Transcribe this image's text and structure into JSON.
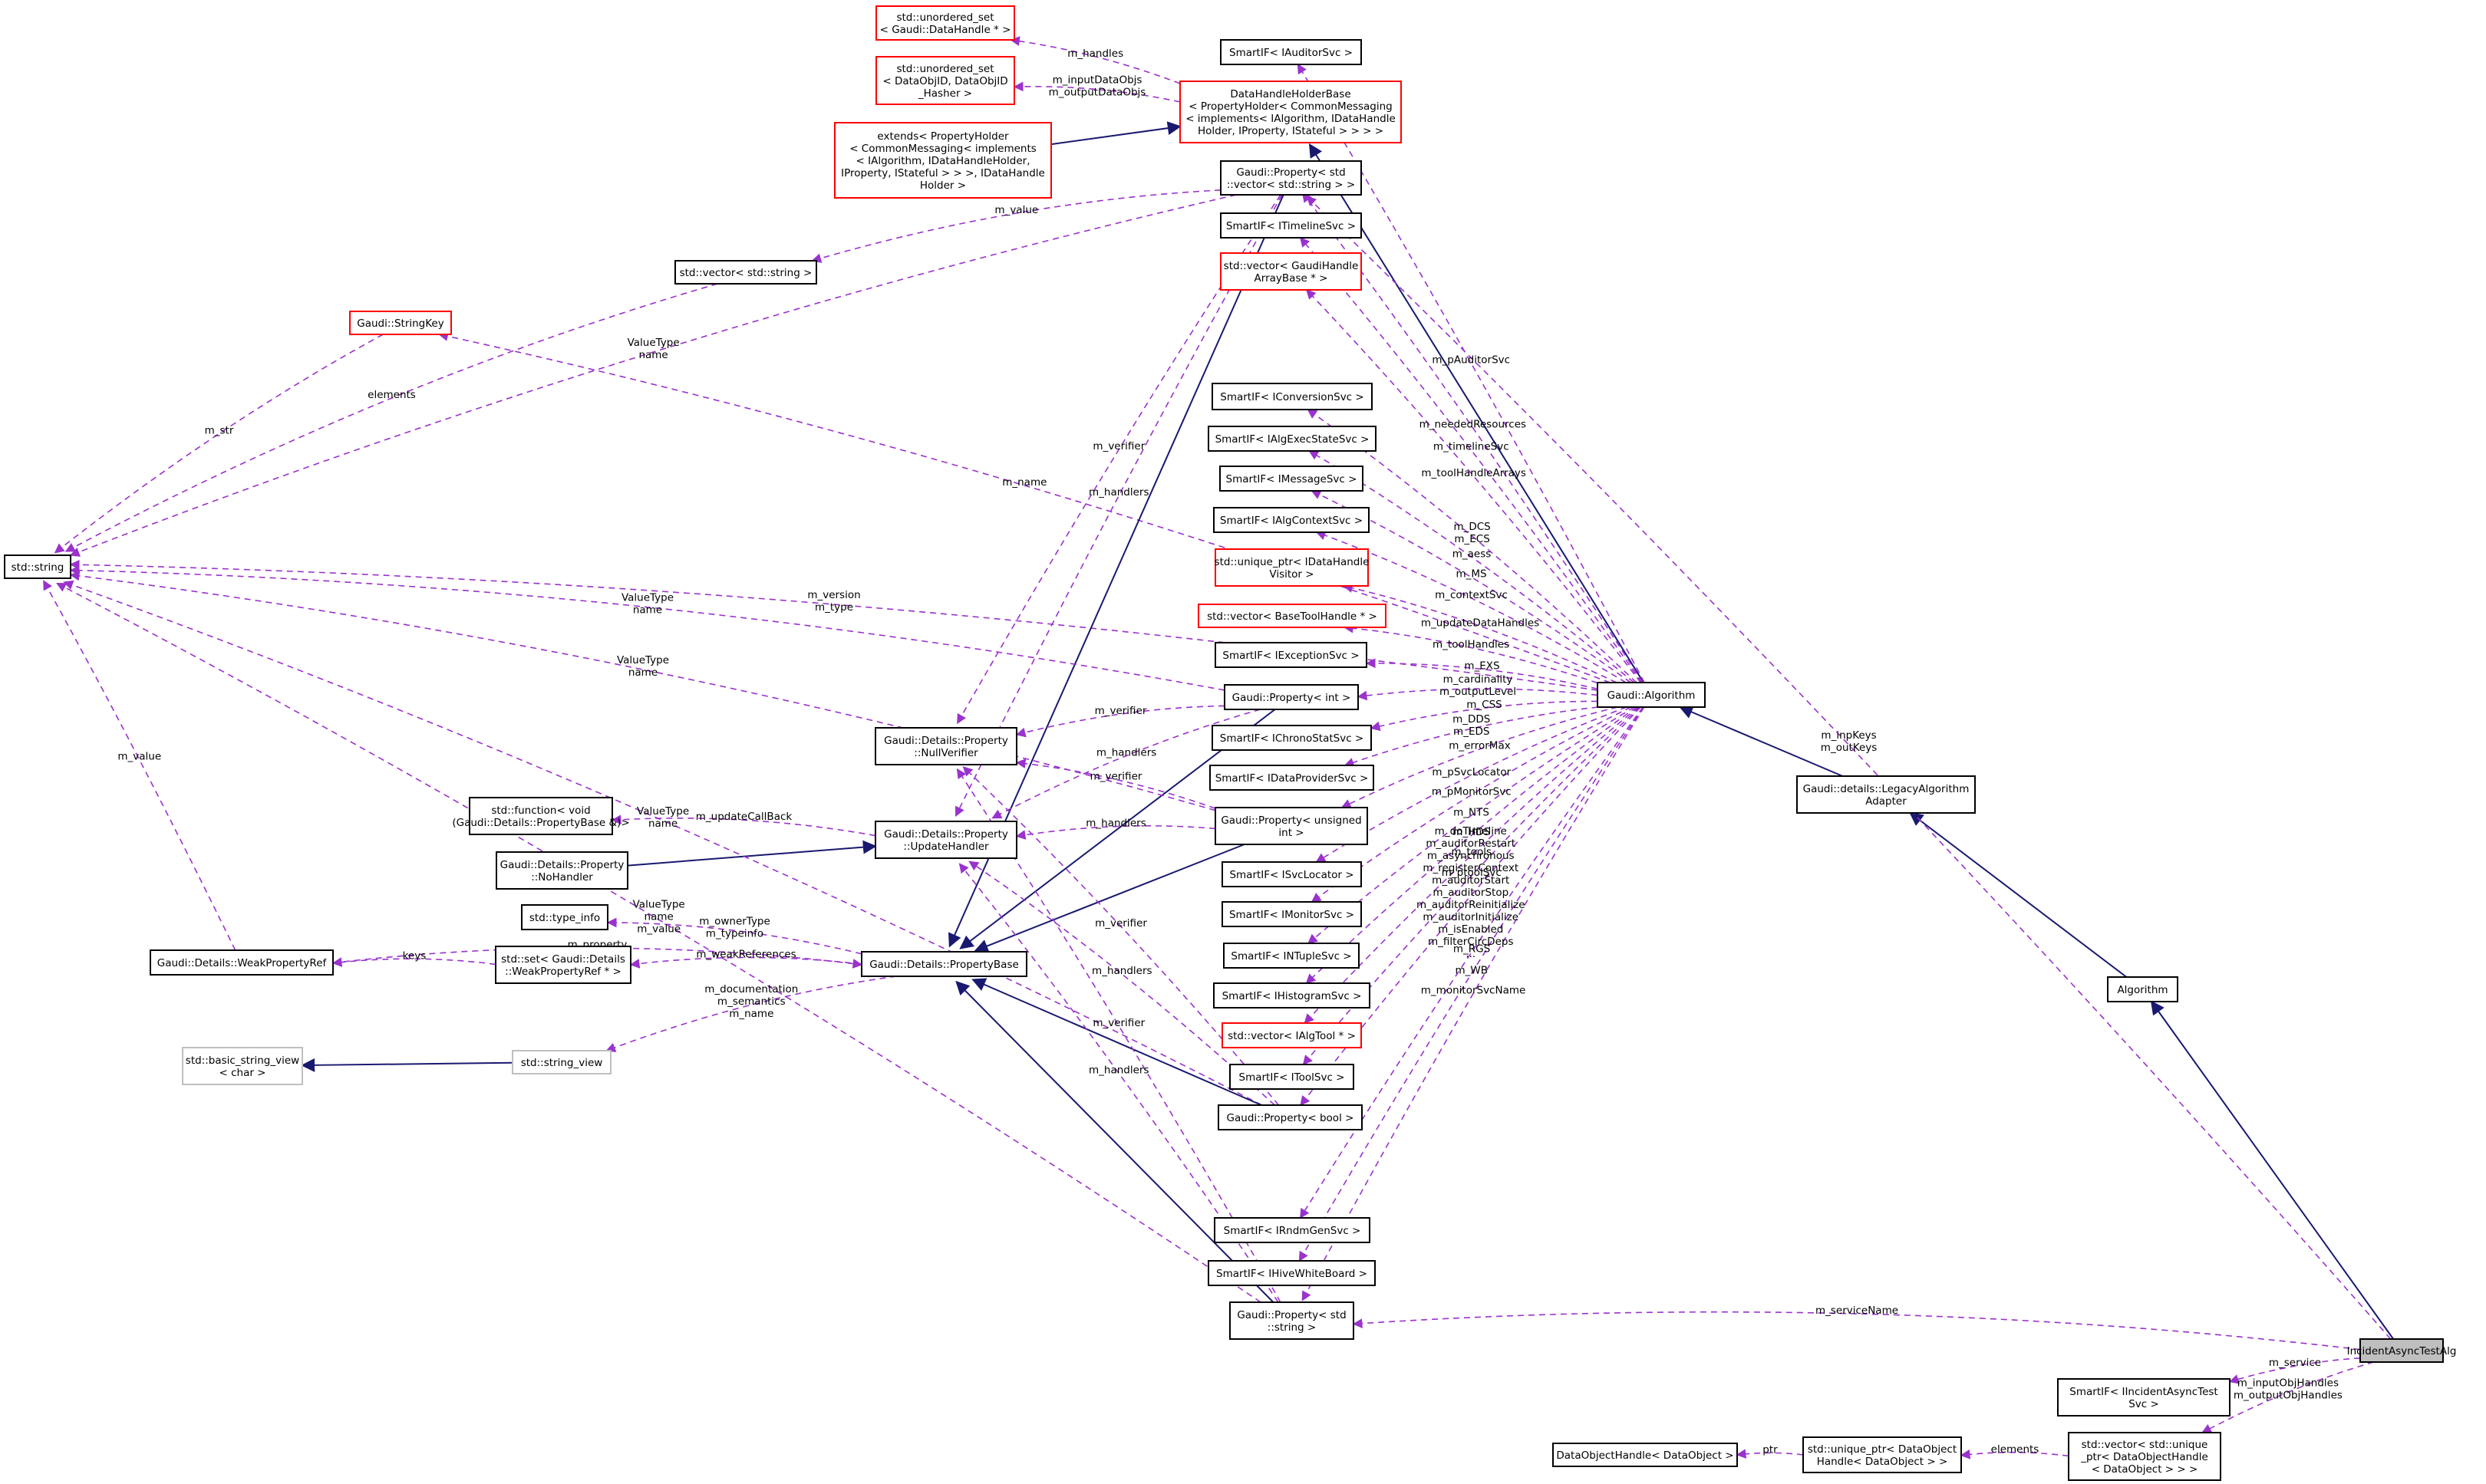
{
  "colors": {
    "node_border": "#000000",
    "missing_border": "#ff0000",
    "external_border": "#bfbfbf",
    "highlight_fill": "#bfbfbf",
    "usage_edge": "#9a32cd",
    "inherit_edge": "#191970"
  },
  "nodes": [
    {
      "id": "uset_dh",
      "lines": [
        "std::unordered_set",
        "< Gaudi::DataHandle * >"
      ],
      "style": "missing"
    },
    {
      "id": "uset_doid",
      "lines": [
        "std::unordered_set",
        "< DataObjID, DataObjID",
        "_Hasher >"
      ],
      "style": "missing"
    },
    {
      "id": "extends",
      "lines": [
        "extends< PropertyHolder",
        "< CommonMessaging< implements",
        "< IAlgorithm, IDataHandleHolder,",
        "IProperty, IStateful > > >, IDataHandle",
        "Holder >"
      ],
      "style": "missing"
    },
    {
      "id": "dhhb",
      "lines": [
        "DataHandleHolderBase",
        "< PropertyHolder< CommonMessaging",
        "< implements< IAlgorithm, IDataHandle",
        "Holder, IProperty, IStateful > > > >"
      ],
      "style": "missing"
    },
    {
      "id": "auditor",
      "lines": [
        "SmartIF< IAuditorSvc >"
      ],
      "style": "normal"
    },
    {
      "id": "prop_vec",
      "lines": [
        "Gaudi::Property< std",
        "::vector< std::string > >"
      ],
      "style": "normal"
    },
    {
      "id": "timeline",
      "lines": [
        "SmartIF< ITimelineSvc >"
      ],
      "style": "normal"
    },
    {
      "id": "tha",
      "lines": [
        "std::vector< GaudiHandle",
        "ArrayBase * >"
      ],
      "style": "missing"
    },
    {
      "id": "vecstr",
      "lines": [
        "std::vector< std::string >"
      ],
      "style": "normal"
    },
    {
      "id": "stringkey",
      "lines": [
        "Gaudi::StringKey"
      ],
      "style": "missing"
    },
    {
      "id": "conversion",
      "lines": [
        "SmartIF< IConversionSvc >"
      ],
      "style": "normal"
    },
    {
      "id": "algexec",
      "lines": [
        "SmartIF< IAlgExecStateSvc >"
      ],
      "style": "normal"
    },
    {
      "id": "message",
      "lines": [
        "SmartIF< IMessageSvc >"
      ],
      "style": "normal"
    },
    {
      "id": "algctx",
      "lines": [
        "SmartIF< IAlgContextSvc >"
      ],
      "style": "normal"
    },
    {
      "id": "uptr_visitor",
      "lines": [
        "std::unique_ptr< IDataHandle",
        "Visitor >"
      ],
      "style": "missing"
    },
    {
      "id": "basetool",
      "lines": [
        "std::vector< BaseToolHandle * >"
      ],
      "style": "missing"
    },
    {
      "id": "stdstring",
      "lines": [
        "std::string"
      ],
      "style": "normal"
    },
    {
      "id": "exception",
      "lines": [
        "SmartIF< IExceptionSvc >"
      ],
      "style": "normal"
    },
    {
      "id": "prop_int",
      "lines": [
        "Gaudi::Property< int >"
      ],
      "style": "normal"
    },
    {
      "id": "algorithm_gaudi",
      "lines": [
        "Gaudi::Algorithm"
      ],
      "style": "normal"
    },
    {
      "id": "nullverifier",
      "lines": [
        "Gaudi::Details::Property",
        "::NullVerifier"
      ],
      "style": "normal"
    },
    {
      "id": "chrono",
      "lines": [
        "SmartIF< IChronoStatSvc >"
      ],
      "style": "normal"
    },
    {
      "id": "dataprovider",
      "lines": [
        "SmartIF< IDataProviderSvc >"
      ],
      "style": "normal"
    },
    {
      "id": "legacy",
      "lines": [
        "Gaudi::details::LegacyAlgorithm",
        "Adapter"
      ],
      "style": "normal"
    },
    {
      "id": "stdfunction",
      "lines": [
        "std::function< void",
        "(Gaudi::Details::PropertyBase &)>"
      ],
      "style": "normal"
    },
    {
      "id": "updatehandler",
      "lines": [
        "Gaudi::Details::Property",
        "::UpdateHandler"
      ],
      "style": "normal"
    },
    {
      "id": "prop_uint",
      "lines": [
        "Gaudi::Property< unsigned",
        "int >"
      ],
      "style": "normal"
    },
    {
      "id": "nohandler",
      "lines": [
        "Gaudi::Details::Property",
        "::NoHandler"
      ],
      "style": "normal"
    },
    {
      "id": "svclocator",
      "lines": [
        "SmartIF< ISvcLocator >"
      ],
      "style": "normal"
    },
    {
      "id": "typeinfo",
      "lines": [
        "std::type_info"
      ],
      "style": "normal"
    },
    {
      "id": "monitor",
      "lines": [
        "SmartIF< IMonitorSvc >"
      ],
      "style": "normal"
    },
    {
      "id": "weakref",
      "lines": [
        "Gaudi::Details::WeakPropertyRef"
      ],
      "style": "normal"
    },
    {
      "id": "setweak",
      "lines": [
        "std::set< Gaudi::Details",
        "::WeakPropertyRef * >"
      ],
      "style": "normal"
    },
    {
      "id": "propbase",
      "lines": [
        "Gaudi::Details::PropertyBase"
      ],
      "style": "normal"
    },
    {
      "id": "ntuple",
      "lines": [
        "SmartIF< INTupleSvc >"
      ],
      "style": "normal"
    },
    {
      "id": "algorithm",
      "lines": [
        "Algorithm"
      ],
      "style": "normal"
    },
    {
      "id": "histogram",
      "lines": [
        "SmartIF< IHistogramSvc >"
      ],
      "style": "normal"
    },
    {
      "id": "algtool",
      "lines": [
        "std::vector< IAlgTool * >"
      ],
      "style": "missing"
    },
    {
      "id": "bsv",
      "lines": [
        "std::basic_string_view",
        "< char >"
      ],
      "style": "external"
    },
    {
      "id": "stringview",
      "lines": [
        "std::string_view"
      ],
      "style": "external"
    },
    {
      "id": "toolsvc",
      "lines": [
        "SmartIF< IToolSvc >"
      ],
      "style": "normal"
    },
    {
      "id": "prop_bool",
      "lines": [
        "Gaudi::Property< bool >"
      ],
      "style": "normal"
    },
    {
      "id": "rndm",
      "lines": [
        "SmartIF< IRndmGenSvc >"
      ],
      "style": "normal"
    },
    {
      "id": "hive",
      "lines": [
        "SmartIF< IHiveWhiteBoard >"
      ],
      "style": "normal"
    },
    {
      "id": "prop_string",
      "lines": [
        "Gaudi::Property< std",
        "::string >"
      ],
      "style": "normal"
    },
    {
      "id": "incident",
      "lines": [
        "IncidentAsyncTestAlg"
      ],
      "style": "highlight"
    },
    {
      "id": "smart_incident",
      "lines": [
        "SmartIF< IIncidentAsyncTest",
        "Svc >"
      ],
      "style": "normal"
    },
    {
      "id": "vec_uptr",
      "lines": [
        "std::vector< std::unique",
        "_ptr< DataObjectHandle",
        "< DataObject > > >"
      ],
      "style": "normal"
    },
    {
      "id": "uptr_doh",
      "lines": [
        "std::unique_ptr< DataObject",
        "Handle< DataObject > >"
      ],
      "style": "normal"
    },
    {
      "id": "doh",
      "lines": [
        "DataObjectHandle< DataObject >"
      ],
      "style": "normal"
    }
  ],
  "edges": [
    {
      "from": "extends",
      "to": "dhhb",
      "kind": "inherit"
    },
    {
      "from": "dhhb",
      "to": "uset_dh",
      "kind": "usage",
      "label": [
        "m_handles"
      ]
    },
    {
      "from": "dhhb",
      "to": "uset_doid",
      "kind": "usage",
      "label": [
        "m_inputDataObjs",
        "m_outputDataObjs"
      ]
    },
    {
      "from": "algorithm_gaudi",
      "to": "dhhb",
      "kind": "inherit"
    },
    {
      "from": "algorithm_gaudi",
      "to": "auditor",
      "kind": "usage",
      "label": [
        "m_pAuditorSvc"
      ]
    },
    {
      "from": "algorithm_gaudi",
      "to": "prop_vec",
      "kind": "usage",
      "label": [
        "m_neededResources"
      ]
    },
    {
      "from": "algorithm_gaudi",
      "to": "timeline",
      "kind": "usage",
      "label": [
        "m_timelineSvc"
      ]
    },
    {
      "from": "algorithm_gaudi",
      "to": "tha",
      "kind": "usage",
      "label": [
        "m_toolHandleArrays"
      ]
    },
    {
      "from": "algorithm_gaudi",
      "to": "stringkey",
      "kind": "usage",
      "label": [
        "m_name"
      ]
    },
    {
      "from": "algorithm_gaudi",
      "to": "stdstring",
      "kind": "usage",
      "label": [
        "m_version",
        "m_type"
      ]
    },
    {
      "from": "algorithm_gaudi",
      "to": "conversion",
      "kind": "usage",
      "label": [
        "m_DCS",
        "m_ECS"
      ]
    },
    {
      "from": "algorithm_gaudi",
      "to": "algexec",
      "kind": "usage",
      "label": [
        "m_aess"
      ]
    },
    {
      "from": "algorithm_gaudi",
      "to": "message",
      "kind": "usage",
      "label": [
        "m_MS"
      ]
    },
    {
      "from": "algorithm_gaudi",
      "to": "algctx",
      "kind": "usage",
      "label": [
        "m_contextSvc"
      ]
    },
    {
      "from": "algorithm_gaudi",
      "to": "uptr_visitor",
      "kind": "usage",
      "label": [
        "m_updateDataHandles"
      ]
    },
    {
      "from": "algorithm_gaudi",
      "to": "basetool",
      "kind": "usage",
      "label": [
        "m_toolHandles"
      ]
    },
    {
      "from": "algorithm_gaudi",
      "to": "exception",
      "kind": "usage",
      "label": [
        "m_EXS"
      ]
    },
    {
      "from": "algorithm_gaudi",
      "to": "prop_int",
      "kind": "usage",
      "label": [
        "m_cardinality",
        "m_outputLevel"
      ]
    },
    {
      "from": "algorithm_gaudi",
      "to": "chrono",
      "kind": "usage",
      "label": [
        "m_CSS"
      ]
    },
    {
      "from": "algorithm_gaudi",
      "to": "dataprovider",
      "kind": "usage",
      "label": [
        "m_DDS",
        "m_EDS"
      ]
    },
    {
      "from": "algorithm_gaudi",
      "to": "prop_uint",
      "kind": "usage",
      "label": [
        "m_errorMax"
      ]
    },
    {
      "from": "algorithm_gaudi",
      "to": "svclocator",
      "kind": "usage",
      "label": [
        "m_pSvcLocator"
      ]
    },
    {
      "from": "algorithm_gaudi",
      "to": "monitor",
      "kind": "usage",
      "label": [
        "m_pMonitorSvc"
      ]
    },
    {
      "from": "algorithm_gaudi",
      "to": "ntuple",
      "kind": "usage",
      "label": [
        "m_NTS"
      ]
    },
    {
      "from": "algorithm_gaudi",
      "to": "histogram",
      "kind": "usage",
      "label": [
        "m_HDS"
      ]
    },
    {
      "from": "algorithm_gaudi",
      "to": "algtool",
      "kind": "usage",
      "label": [
        "m_tools"
      ]
    },
    {
      "from": "algorithm_gaudi",
      "to": "toolsvc",
      "kind": "usage",
      "label": [
        "m_ptoolSvc"
      ]
    },
    {
      "from": "algorithm_gaudi",
      "to": "prop_bool",
      "kind": "usage",
      "label": [
        "m_doTimeline",
        "m_auditorRestart",
        "m_asynchronous",
        "m_registerContext",
        "m_auditorStart",
        "m_auditorStop",
        "m_auditorReinitialize",
        "m_auditorInitialize",
        "m_isEnabled",
        "m_filterCircDeps",
        "..."
      ]
    },
    {
      "from": "algorithm_gaudi",
      "to": "rndm",
      "kind": "usage",
      "label": [
        "m_RGS"
      ]
    },
    {
      "from": "algorithm_gaudi",
      "to": "hive",
      "kind": "usage",
      "label": [
        "m_WB"
      ]
    },
    {
      "from": "algorithm_gaudi",
      "to": "prop_string",
      "kind": "usage",
      "label": [
        "m_monitorSvcName"
      ]
    },
    {
      "from": "legacy",
      "to": "algorithm_gaudi",
      "kind": "inherit"
    },
    {
      "from": "algorithm",
      "to": "legacy",
      "kind": "inherit"
    },
    {
      "from": "incident",
      "to": "algorithm",
      "kind": "inherit"
    },
    {
      "from": "incident",
      "to": "prop_vec",
      "kind": "usage",
      "label": [
        "m_inpKeys",
        "m_outKeys"
      ]
    },
    {
      "from": "incident",
      "to": "prop_string",
      "kind": "usage",
      "label": [
        "m_serviceName"
      ]
    },
    {
      "from": "incident",
      "to": "smart_incident",
      "kind": "usage",
      "label": [
        "m_service"
      ]
    },
    {
      "from": "incident",
      "to": "vec_uptr",
      "kind": "usage",
      "label": [
        "m_inputObjHandles",
        "m_outputObjHandles"
      ]
    },
    {
      "from": "vec_uptr",
      "to": "uptr_doh",
      "kind": "usage",
      "label": [
        "elements"
      ]
    },
    {
      "from": "uptr_doh",
      "to": "doh",
      "kind": "usage",
      "label": [
        "ptr"
      ]
    },
    {
      "from": "vecstr",
      "to": "stdstring",
      "kind": "usage",
      "label": [
        "elements"
      ]
    },
    {
      "from": "stringkey",
      "to": "stdstring",
      "kind": "usage",
      "label": [
        "m_str"
      ]
    },
    {
      "from": "prop_vec",
      "to": "stdstring",
      "kind": "usage",
      "label": [
        "ValueType",
        "name"
      ]
    },
    {
      "from": "prop_vec",
      "to": "vecstr",
      "kind": "usage",
      "label": [
        "m_value"
      ]
    },
    {
      "from": "prop_vec",
      "to": "nullverifier",
      "kind": "usage",
      "label": [
        "m_verifier"
      ]
    },
    {
      "from": "prop_vec",
      "to": "updatehandler",
      "kind": "usage",
      "label": [
        "m_handlers"
      ]
    },
    {
      "from": "prop_vec",
      "to": "propbase",
      "kind": "inherit"
    },
    {
      "from": "prop_int",
      "to": "stdstring",
      "kind": "usage",
      "label": [
        "ValueType",
        "name"
      ]
    },
    {
      "from": "prop_int",
      "to": "nullverifier",
      "kind": "usage",
      "label": [
        "m_verifier"
      ]
    },
    {
      "from": "prop_int",
      "to": "updatehandler",
      "kind": "usage",
      "label": [
        "m_handlers"
      ]
    },
    {
      "from": "prop_int",
      "to": "propbase",
      "kind": "inherit"
    },
    {
      "from": "prop_uint",
      "to": "stdstring",
      "kind": "usage",
      "label": [
        "ValueType",
        "name"
      ]
    },
    {
      "from": "prop_uint",
      "to": "nullverifier",
      "kind": "usage",
      "label": [
        "m_verifier"
      ]
    },
    {
      "from": "prop_uint",
      "to": "updatehandler",
      "kind": "usage",
      "label": [
        "m_handlers"
      ]
    },
    {
      "from": "prop_uint",
      "to": "propbase",
      "kind": "inherit"
    },
    {
      "from": "updatehandler",
      "to": "stdfunction",
      "kind": "usage",
      "label": [
        "m_updateCallBack"
      ]
    },
    {
      "from": "nohandler",
      "to": "updatehandler",
      "kind": "inherit"
    },
    {
      "from": "propbase",
      "to": "typeinfo",
      "kind": "usage",
      "label": [
        "m_ownerType",
        "m_typeinfo"
      ]
    },
    {
      "from": "propbase",
      "to": "setweak",
      "kind": "usage",
      "label": [
        "m_weakReferences"
      ]
    },
    {
      "from": "setweak",
      "to": "weakref",
      "kind": "usage",
      "label": [
        "keys"
      ]
    },
    {
      "from": "weakref",
      "to": "stdstring",
      "kind": "usage",
      "label": [
        "m_value"
      ]
    },
    {
      "from": "weakref",
      "to": "propbase",
      "kind": "usage",
      "label": [
        "m_property"
      ]
    },
    {
      "from": "propbase",
      "to": "stringview",
      "kind": "usage",
      "label": [
        "m_documentation",
        "m_semantics",
        "m_name"
      ]
    },
    {
      "from": "stringview",
      "to": "bsv",
      "kind": "inherit"
    },
    {
      "from": "prop_bool",
      "to": "stdstring",
      "kind": "usage",
      "label": [
        "ValueType",
        "name"
      ]
    },
    {
      "from": "prop_bool",
      "to": "nullverifier",
      "kind": "usage",
      "label": [
        "m_verifier"
      ]
    },
    {
      "from": "prop_bool",
      "to": "updatehandler",
      "kind": "usage",
      "label": [
        "m_handlers"
      ]
    },
    {
      "from": "prop_bool",
      "to": "propbase",
      "kind": "inherit"
    },
    {
      "from": "prop_string",
      "to": "stdstring",
      "kind": "usage",
      "label": [
        "ValueType",
        "name",
        "m_value"
      ]
    },
    {
      "from": "prop_string",
      "to": "nullverifier",
      "kind": "usage",
      "label": [
        "m_verifier"
      ]
    },
    {
      "from": "prop_string",
      "to": "updatehandler",
      "kind": "usage",
      "label": [
        "m_handlers"
      ]
    },
    {
      "from": "prop_string",
      "to": "propbase",
      "kind": "inherit"
    }
  ]
}
